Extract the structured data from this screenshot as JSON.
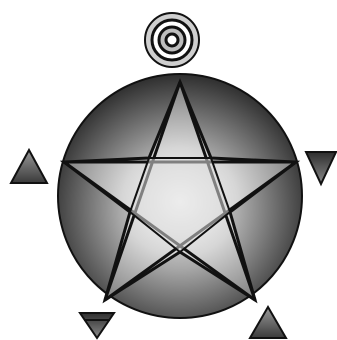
{
  "figure": {
    "type": "symbol-illustration",
    "rendering": "grayscale-halftone",
    "elements": {
      "top_target": {
        "icon": "concentric-circles-icon",
        "ring_count": 4
      },
      "main_disc": {
        "icon": "pentagram-in-circle-icon",
        "points": 5,
        "shading": "radial-gradient"
      },
      "left_triangle": {
        "icon": "triangle-up-icon"
      },
      "right_triangle": {
        "icon": "triangle-down-icon"
      },
      "bottom_left_triangle": {
        "icon": "triangle-down-icon"
      },
      "bottom_right_triangle": {
        "icon": "triangle-up-icon"
      }
    },
    "colors": {
      "background": "#ffffff",
      "outline": "#111111",
      "shade_dark": "#2e2e2e",
      "shade_mid": "#8a8a8a",
      "shade_light": "#e8e8e8",
      "triangle_fill": "#6a6a6a",
      "triangle_dark": "#3a3a3a"
    }
  }
}
